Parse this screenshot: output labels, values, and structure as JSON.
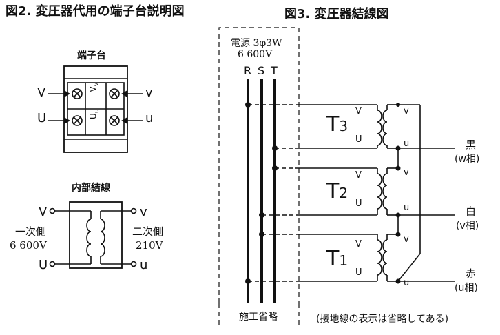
{
  "fig2": {
    "title": "図2. 変圧器代用の端子台説明図",
    "terminal_block": {
      "title": "端子台",
      "left_top": "V",
      "left_bottom": "U",
      "right_top": "v",
      "right_bottom": "u",
      "mid_top": "V",
      "mid_top_sub": "v",
      "mid_bottom": "U",
      "mid_bottom_sub": "u"
    },
    "internal": {
      "title": "内部結線",
      "primary_top": "V",
      "primary_bottom": "U",
      "secondary_top": "v",
      "secondary_bottom": "u",
      "primary_label": "一次側",
      "primary_voltage": "6 600V",
      "secondary_label": "二次側",
      "secondary_voltage": "210V"
    }
  },
  "fig3": {
    "title": "図3. 変圧器結線図",
    "source_label": "電源 3φ3W",
    "source_voltage": "6 600V",
    "phases": [
      "R",
      "S",
      "T"
    ],
    "transformers": [
      {
        "main": "T",
        "sub": "3",
        "hv_top": "V",
        "hv_bottom": "U",
        "lv_top": "v",
        "lv_bottom": "u"
      },
      {
        "main": "T",
        "sub": "2",
        "hv_top": "V",
        "hv_bottom": "U",
        "lv_top": "v",
        "lv_bottom": "u"
      },
      {
        "main": "T",
        "sub": "1",
        "hv_top": "V",
        "hv_bottom": "U",
        "lv_top": "v",
        "lv_bottom": "u"
      }
    ],
    "outputs": [
      {
        "color": "黒",
        "phase": "(w相)"
      },
      {
        "color": "白",
        "phase": "(v相)"
      },
      {
        "color": "赤",
        "phase": "(u相)"
      }
    ],
    "construction_note": "施工省略",
    "ground_note": "(接地線の表示は省略してある)"
  }
}
